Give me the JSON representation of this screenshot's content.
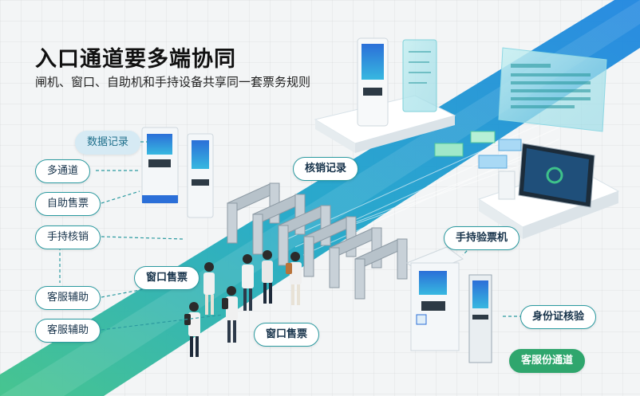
{
  "header": {
    "title": "入口通道要多端协同",
    "subtitle": "闸机、窗口、自助机和手持设备共享同一套票务规则"
  },
  "labels": {
    "data_record": "数据记录",
    "multi_lane": "多通道",
    "self_ticket": "自助售票",
    "handheld_verify": "手持核销",
    "service_assist_1": "客服辅助",
    "service_assist_2": "客服辅助",
    "window_ticket_1": "窗口售票",
    "window_ticket_2": "窗口售票",
    "verify_record": "核销记录",
    "handheld_checker": "手持验票机",
    "id_verify": "身份证核验",
    "service_lane": "客服份通道"
  },
  "colors": {
    "accent_teal": "#2b9aa0",
    "floor_green": "#3ec28a",
    "floor_blue": "#1f86e0",
    "badge_green": "#2fa66d"
  }
}
